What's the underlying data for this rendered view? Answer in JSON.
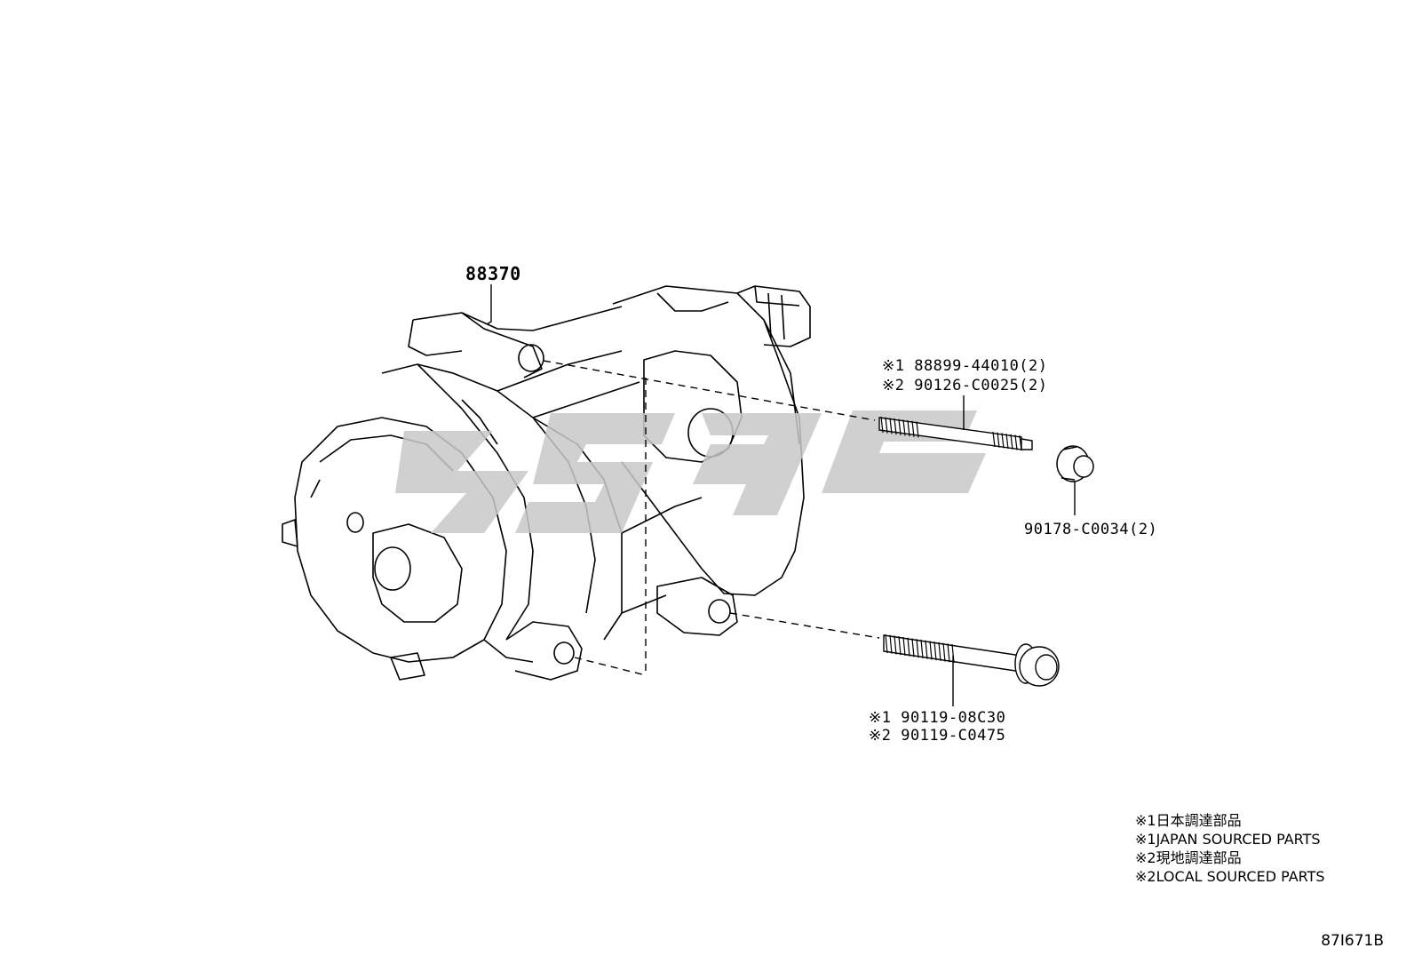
{
  "diagram": {
    "main_part": "88370",
    "stud_ref1": "※1 88899-44010(2)",
    "stud_ref2": "※2 90126-C0025(2)",
    "nut_ref": "90178-C0034(2)",
    "bolt_ref1": "※1 90119-08C30",
    "bolt_ref2": "※2 90119-C0475",
    "drawing_code": "87I671B"
  },
  "legend": [
    "※1日本調達部品",
    "※1JAPAN SOURCED PARTS",
    "※2現地調達部品",
    "※2LOCAL SOURCED PARTS"
  ],
  "watermark_color": "#c8c8c8"
}
